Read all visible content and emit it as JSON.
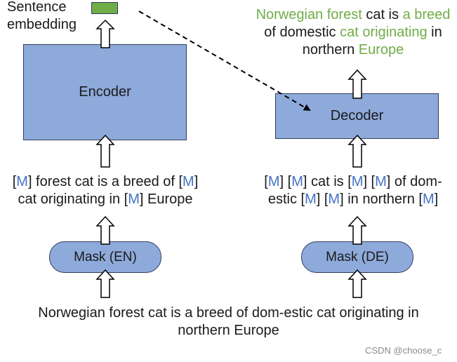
{
  "top_left_label": {
    "line1": "Sentence",
    "line2": "embedding"
  },
  "encoder": {
    "label": "Encoder"
  },
  "decoder": {
    "label": "Decoder"
  },
  "mask_en": {
    "label": "Mask (EN)"
  },
  "mask_de": {
    "label": "Mask (DE)"
  },
  "output_sentence": {
    "line1": [
      {
        "text": "Norwegian forest",
        "style": "green"
      },
      {
        "text": " cat is ",
        "style": "plain"
      },
      {
        "text": "a breed",
        "style": "green"
      }
    ],
    "line2": [
      {
        "text": "of domestic ",
        "style": "plain"
      },
      {
        "text": "cat originating",
        "style": "green"
      },
      {
        "text": " in",
        "style": "plain"
      }
    ],
    "line3": [
      {
        "text": "northern ",
        "style": "plain"
      },
      {
        "text": "Europe",
        "style": "green"
      }
    ]
  },
  "masked_en": {
    "line1": [
      {
        "text": "[",
        "style": "plain"
      },
      {
        "text": "M",
        "style": "mask"
      },
      {
        "text": "] forest cat is a breed of [",
        "style": "plain"
      },
      {
        "text": "M",
        "style": "mask"
      },
      {
        "text": "]",
        "style": "plain"
      }
    ],
    "line2": [
      {
        "text": "cat originating in [",
        "style": "plain"
      },
      {
        "text": "M",
        "style": "mask"
      },
      {
        "text": "] Europe",
        "style": "plain"
      }
    ]
  },
  "masked_de": {
    "line1": [
      {
        "text": "[",
        "style": "plain"
      },
      {
        "text": "M",
        "style": "mask"
      },
      {
        "text": "] [",
        "style": "plain"
      },
      {
        "text": "M",
        "style": "mask"
      },
      {
        "text": "] cat is [",
        "style": "plain"
      },
      {
        "text": "M",
        "style": "mask"
      },
      {
        "text": "] [",
        "style": "plain"
      },
      {
        "text": "M",
        "style": "mask"
      },
      {
        "text": "] of dom-",
        "style": "plain"
      }
    ],
    "line2": [
      {
        "text": "estic [",
        "style": "plain"
      },
      {
        "text": "M",
        "style": "mask"
      },
      {
        "text": "] [",
        "style": "plain"
      },
      {
        "text": "M",
        "style": "mask"
      },
      {
        "text": "] in northern [",
        "style": "plain"
      },
      {
        "text": "M",
        "style": "mask"
      },
      {
        "text": "]",
        "style": "plain"
      }
    ]
  },
  "input_sentence": {
    "line1": "Norwegian forest cat is a breed of dom-estic cat originating in",
    "line2": "northern Europe"
  },
  "watermark": "CSDN @choose_c",
  "colors": {
    "box_fill": "#8eaadb",
    "mask_token": "#4472c4",
    "highlight": "#70ad47",
    "embedding": "#70ad47"
  }
}
